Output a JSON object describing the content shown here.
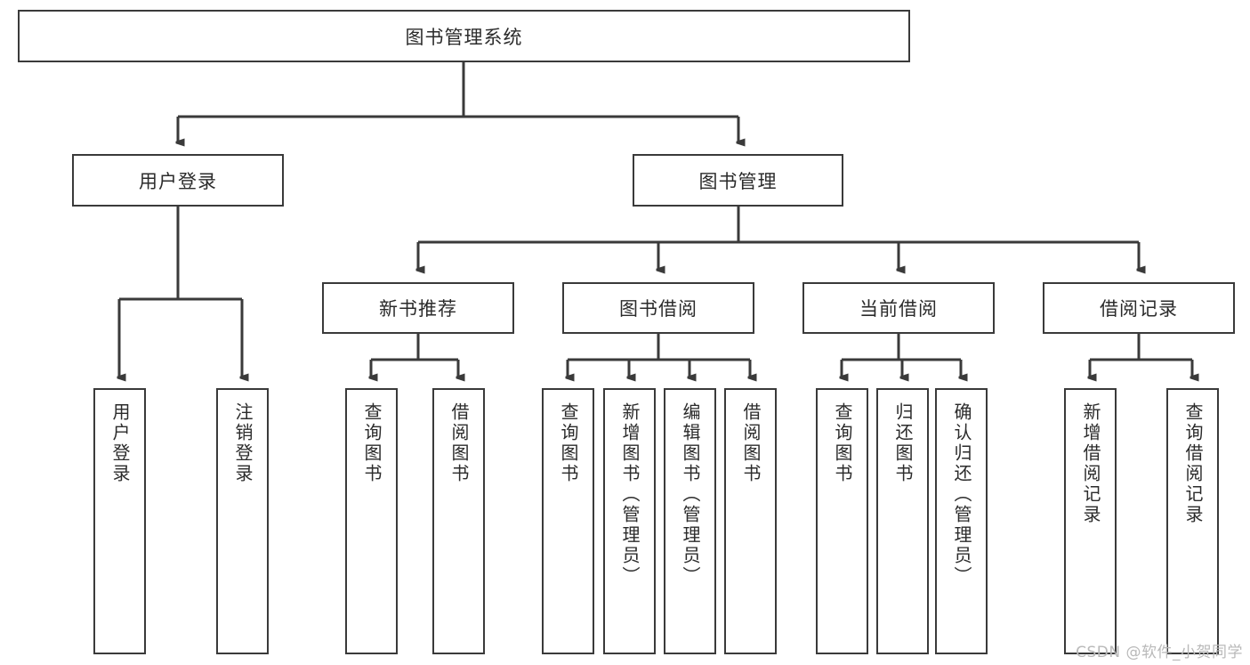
{
  "diagram": {
    "type": "tree",
    "title": "图书管理系统",
    "root": {
      "id": "root",
      "label": "图书管理系统"
    },
    "level1": [
      {
        "id": "user-login",
        "label": "用户登录"
      },
      {
        "id": "book-manage",
        "label": "图书管理"
      }
    ],
    "level2": [
      {
        "id": "new-book-rec",
        "label": "新书推荐",
        "parent": "book-manage"
      },
      {
        "id": "book-borrow",
        "label": "图书借阅",
        "parent": "book-manage"
      },
      {
        "id": "current-borrow",
        "label": "当前借阅",
        "parent": "book-manage"
      },
      {
        "id": "borrow-record",
        "label": "借阅记录",
        "parent": "book-manage"
      }
    ],
    "leaves": [
      {
        "id": "leaf-user-login",
        "label": "用户登录",
        "parent": "user-login"
      },
      {
        "id": "leaf-user-logout",
        "label": "注销登录",
        "parent": "user-login"
      },
      {
        "id": "leaf-query-book-1",
        "label": "查询图书",
        "parent": "new-book-rec"
      },
      {
        "id": "leaf-borrow-book-1",
        "label": "借阅图书",
        "parent": "new-book-rec"
      },
      {
        "id": "leaf-query-book-2",
        "label": "查询图书",
        "parent": "book-borrow"
      },
      {
        "id": "leaf-add-book",
        "label": "新增图书（管理员）",
        "parent": "book-borrow"
      },
      {
        "id": "leaf-edit-book",
        "label": "编辑图书（管理员）",
        "parent": "book-borrow"
      },
      {
        "id": "leaf-borrow-book-2",
        "label": "借阅图书",
        "parent": "book-borrow"
      },
      {
        "id": "leaf-query-book-3",
        "label": "查询图书",
        "parent": "current-borrow"
      },
      {
        "id": "leaf-return-book",
        "label": "归还图书",
        "parent": "current-borrow"
      },
      {
        "id": "leaf-confirm-return",
        "label": "确认归还（管理员）",
        "parent": "current-borrow"
      },
      {
        "id": "leaf-add-record",
        "label": "新增借阅记录",
        "parent": "borrow-record"
      },
      {
        "id": "leaf-query-record",
        "label": "查询借阅记录",
        "parent": "borrow-record"
      }
    ]
  },
  "watermark": {
    "text": "CSDN @软件_小贺同学"
  },
  "colors": {
    "stroke": "#3a3a3a",
    "text": "#2b2b2b",
    "background": "#ffffff",
    "watermark": "#b9b9b9"
  }
}
